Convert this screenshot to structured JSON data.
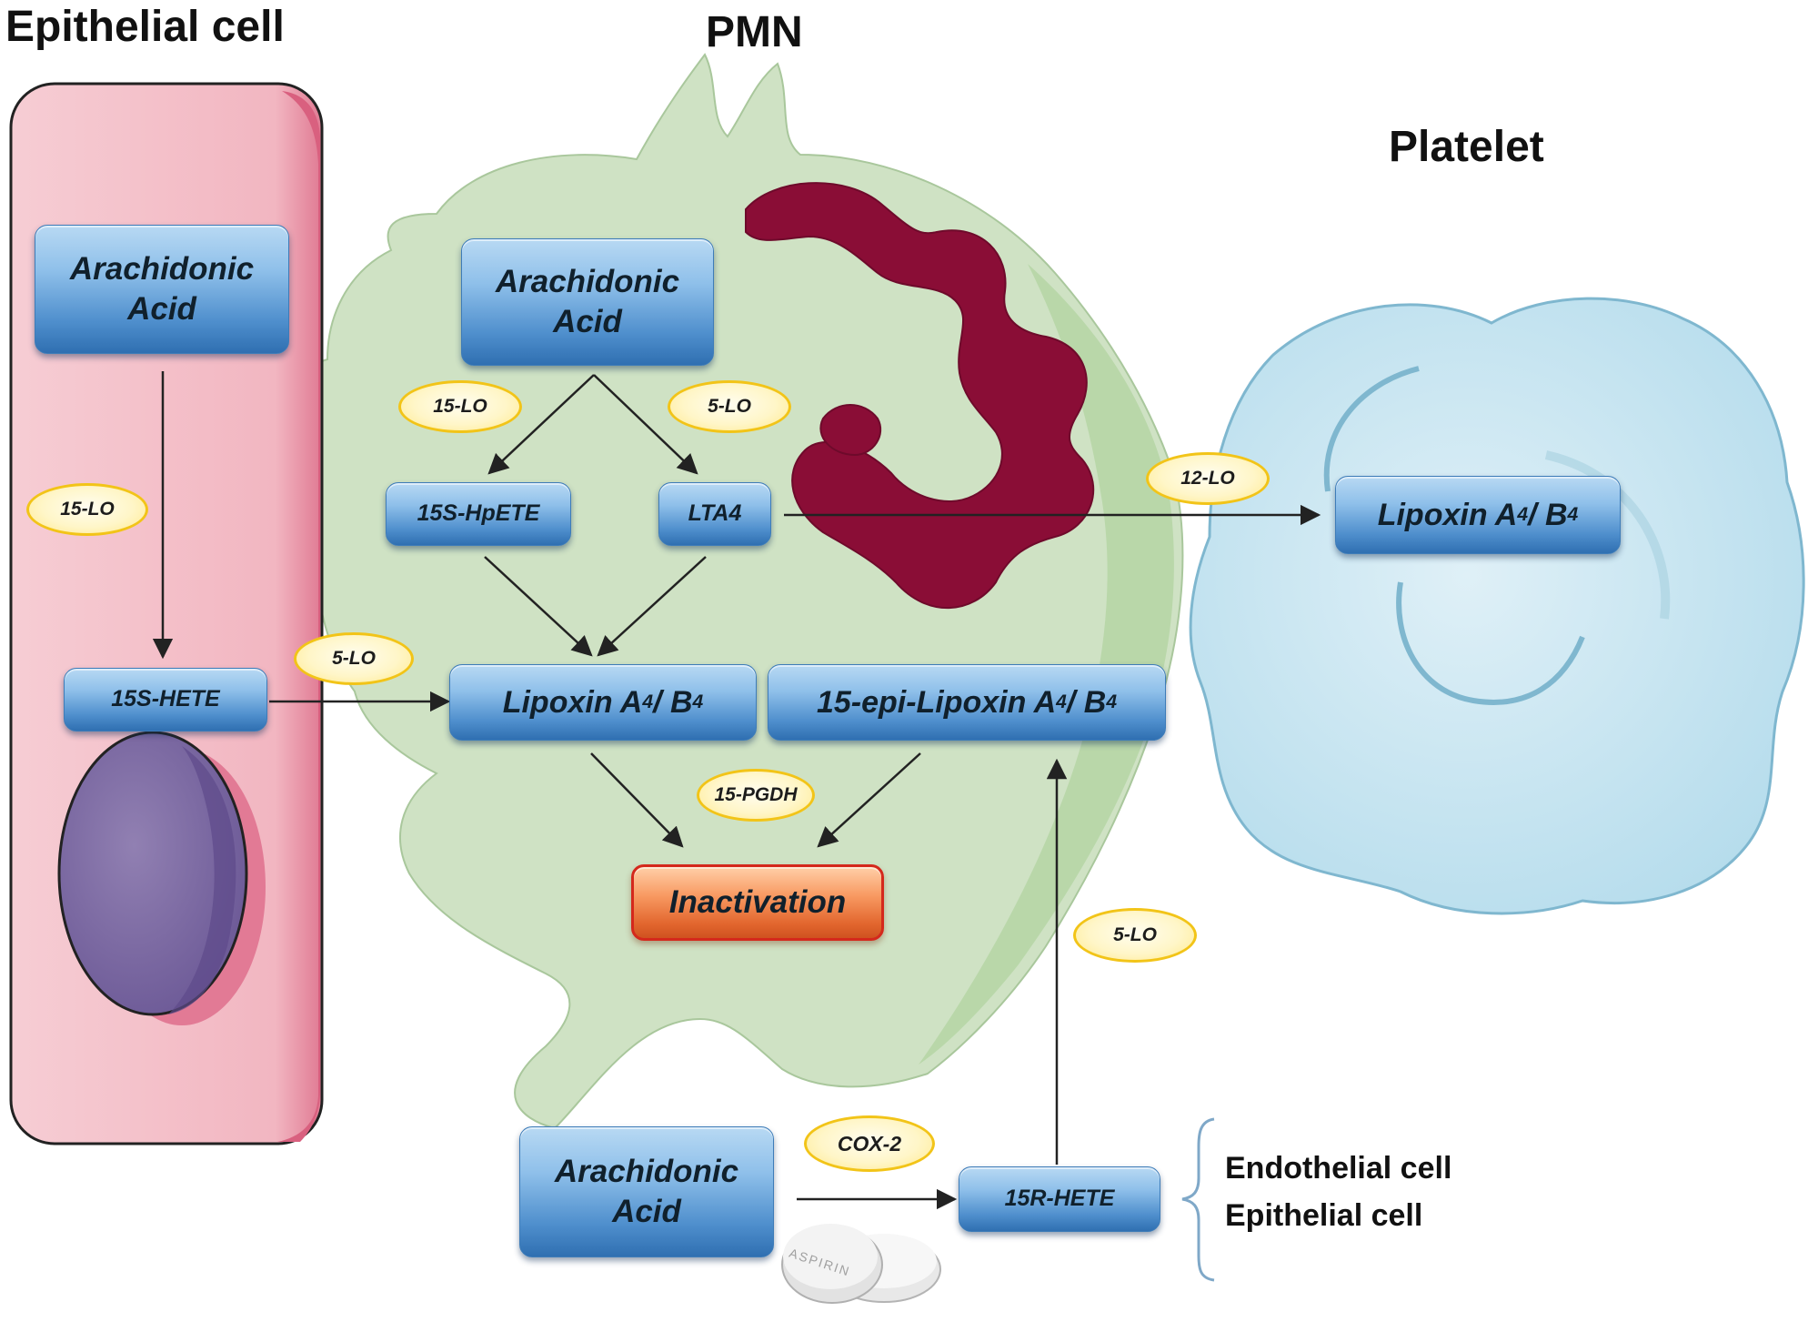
{
  "cells": {
    "epithelial_title": "Epithelial cell",
    "pmn_title": "PMN",
    "platelet_title": "Platelet"
  },
  "boxes": {
    "epi_aa_line1": "Arachidonic",
    "epi_aa_line2": "Acid",
    "epi_hete": "15S-HETE",
    "pmn_aa_line1": "Arachidonic",
    "pmn_aa_line2": "Acid",
    "hpete": "15S-HpETE",
    "lta4": "LTA4",
    "lipoxin_prefix": "Lipoxin A",
    "lipoxin_sub_a": "4",
    "lipoxin_mid": " / B",
    "lipoxin_sub_b": "4",
    "epi_lipoxin_prefix": "15-epi-Lipoxin A",
    "inactivation": "Inactivation",
    "platelet_lipoxin_prefix": "Lipoxin A",
    "bottom_aa_line1": "Arachidonic",
    "bottom_aa_line2": "Acid",
    "r_hete": "15R-HETE"
  },
  "enzymes": {
    "epi_15lo": "15-LO",
    "epi_5lo": "5-LO",
    "pmn_15lo": "15-LO",
    "pmn_5lo": "5-LO",
    "lo12": "12-LO",
    "pgdh": "15-PGDH",
    "lo5_lower": "5-LO",
    "cox2": "COX-2"
  },
  "source_cells": {
    "line1": "Endothelial cell",
    "line2": "Epithelial cell"
  },
  "aspirin": {
    "text": "ASPIRIN"
  },
  "colors": {
    "epithelial_fill": "#f4c3cb",
    "epithelial_edge": "#d9607f",
    "pmn_fill": "#cfe2c4",
    "nucleus_fill": "#8a0d36",
    "platelet_fill": "#cfe8f2",
    "box_blue": "#4f8fcd",
    "enzyme_yellow": "#fff6c8",
    "inactivation_orange": "#f0823f"
  }
}
